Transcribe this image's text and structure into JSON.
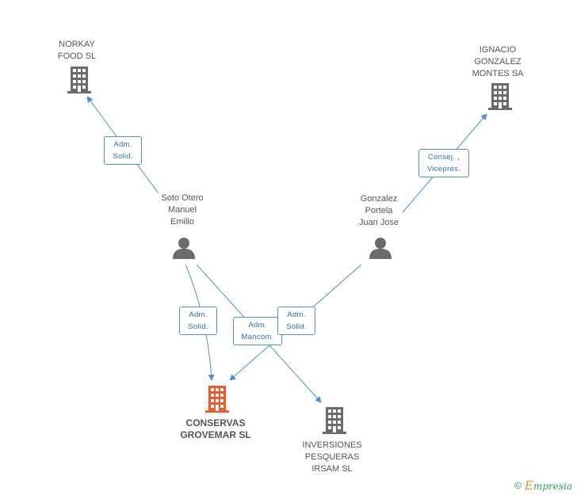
{
  "nodes": {
    "norkay": {
      "label": "NORKAY\nFOOD  SL",
      "type": "company"
    },
    "ignacio": {
      "label": "IGNACIO\nGONZALEZ\nMONTES SA",
      "type": "company"
    },
    "soto": {
      "label": "Soto Otero\nManuel\nEmilio",
      "type": "person"
    },
    "gonzalez": {
      "label": "Gonzalez\nPortela\nJuan Jose",
      "type": "person"
    },
    "conservas": {
      "label": "CONSERVAS\nGROVEMAR SL",
      "type": "company-main"
    },
    "inversiones": {
      "label": "INVERSIONES\nPESQUERAS\nIRSAM SL",
      "type": "company"
    }
  },
  "edges": {
    "soto_norkay": "Adm.\nSolid.",
    "gonzalez_ignacio": "Consej. ,\nVicepres.",
    "soto_conservas": "Adm.\nSolid.",
    "soto_inversiones": "Adm.\nMancom.",
    "gonzalez_conservas": "Adm.\nSolid."
  },
  "footer": {
    "copyright": "©",
    "brand_initial": "E",
    "brand_rest": "mpresia"
  },
  "colors": {
    "edge": "#4a90d9",
    "company": "#6b6b6b",
    "main_company": "#f05a28",
    "person": "#6b6b6b"
  }
}
